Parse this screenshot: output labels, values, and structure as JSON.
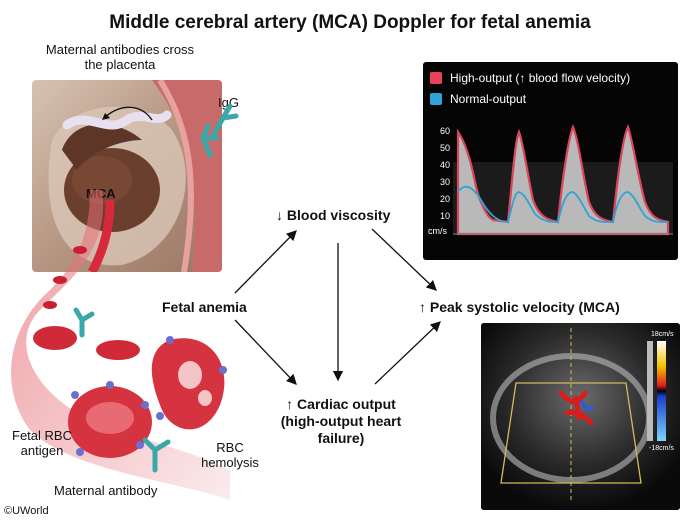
{
  "title": "Middle cerebral artery (MCA) Doppler for fetal anemia",
  "illustration": {
    "maternal_antibodies_label": "Maternal antibodies cross the placenta",
    "igg_label": "IgG",
    "mca_label": "MCA",
    "fetal_rbc_antigen_label": "Fetal RBC antigen",
    "rbc_hemolysis_label": "RBC hemolysis",
    "maternal_antibody_label": "Maternal antibody"
  },
  "flow": {
    "fetal_anemia": "Fetal anemia",
    "blood_viscosity": "↓ Blood viscosity",
    "cardiac_output": "↑ Cardiac output (high-output heart failure)",
    "peak_systolic_velocity": "↑ Peak systolic velocity (MCA)"
  },
  "doppler": {
    "legend": [
      {
        "label": "High-output (↑ blood flow velocity)",
        "color": "#e8435a"
      },
      {
        "label": "Normal-output",
        "color": "#2ea3d8"
      }
    ],
    "y_ticks": [
      "60",
      "50",
      "40",
      "30",
      "20",
      "10"
    ],
    "unit_label": "cm/s"
  },
  "ultrasound": {
    "scale_top": "18cm/s",
    "scale_bottom": "-18cm/s"
  },
  "copyright": "©UWorld"
}
